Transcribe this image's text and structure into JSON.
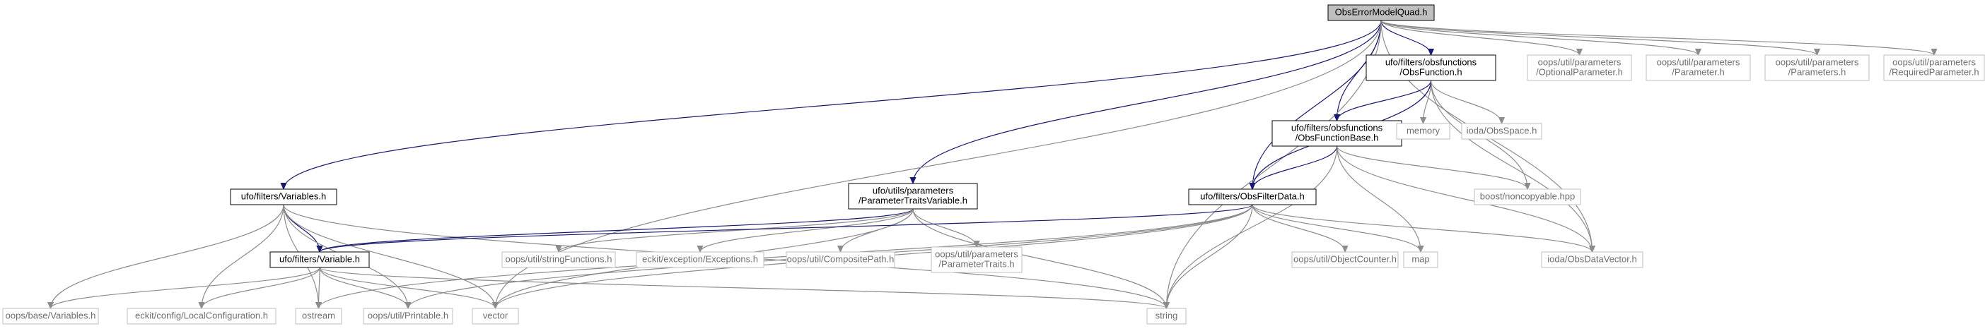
{
  "title": "ObsErrorModelQuad.h",
  "colors": {
    "edge_documented": "#191970",
    "edge_external": "#8c8c8c",
    "root_fill": "#bfbfbf",
    "external_border": "#bfbfbf"
  },
  "nodes": {
    "root": {
      "lines": [
        "ObsErrorModelQuad.h"
      ],
      "kind": "root"
    },
    "obsfunction": {
      "lines": [
        "ufo/filters/obsfunctions",
        "/ObsFunction.h"
      ],
      "kind": "documented"
    },
    "optional_parameter": {
      "lines": [
        "oops/util/parameters",
        "/OptionalParameter.h"
      ],
      "kind": "external"
    },
    "parameter": {
      "lines": [
        "oops/util/parameters",
        "/Parameter.h"
      ],
      "kind": "external"
    },
    "parameters": {
      "lines": [
        "oops/util/parameters",
        "/Parameters.h"
      ],
      "kind": "external"
    },
    "required_parameter": {
      "lines": [
        "oops/util/parameters",
        "/RequiredParameter.h"
      ],
      "kind": "external"
    },
    "obsfunctionbase": {
      "lines": [
        "ufo/filters/obsfunctions",
        "/ObsFunctionBase.h"
      ],
      "kind": "documented"
    },
    "memory": {
      "lines": [
        "memory"
      ],
      "kind": "external"
    },
    "obsspace": {
      "lines": [
        "ioda/ObsSpace.h"
      ],
      "kind": "external"
    },
    "variables": {
      "lines": [
        "ufo/filters/Variables.h"
      ],
      "kind": "documented"
    },
    "param_traits_variable": {
      "lines": [
        "ufo/utils/parameters",
        "/ParameterTraitsVariable.h"
      ],
      "kind": "documented"
    },
    "obsfilterdata": {
      "lines": [
        "ufo/filters/ObsFilterData.h"
      ],
      "kind": "documented"
    },
    "noncopyable": {
      "lines": [
        "boost/noncopyable.hpp"
      ],
      "kind": "external"
    },
    "variable": {
      "lines": [
        "ufo/filters/Variable.h"
      ],
      "kind": "documented"
    },
    "string_functions": {
      "lines": [
        "oops/util/stringFunctions.h"
      ],
      "kind": "external"
    },
    "exceptions": {
      "lines": [
        "eckit/exception/Exceptions.h"
      ],
      "kind": "external"
    },
    "composite_path": {
      "lines": [
        "oops/util/CompositePath.h"
      ],
      "kind": "external"
    },
    "parameter_traits": {
      "lines": [
        "oops/util/parameters",
        "/ParameterTraits.h"
      ],
      "kind": "external"
    },
    "object_counter": {
      "lines": [
        "oops/util/ObjectCounter.h"
      ],
      "kind": "external"
    },
    "map": {
      "lines": [
        "map"
      ],
      "kind": "external"
    },
    "obsdatavector": {
      "lines": [
        "ioda/ObsDataVector.h"
      ],
      "kind": "external"
    },
    "oops_variables": {
      "lines": [
        "oops/base/Variables.h"
      ],
      "kind": "external"
    },
    "local_configuration": {
      "lines": [
        "eckit/config/LocalConfiguration.h"
      ],
      "kind": "external"
    },
    "ostream": {
      "lines": [
        "ostream"
      ],
      "kind": "external"
    },
    "printable": {
      "lines": [
        "oops/util/Printable.h"
      ],
      "kind": "external"
    },
    "vector": {
      "lines": [
        "vector"
      ],
      "kind": "external"
    },
    "string": {
      "lines": [
        "string"
      ],
      "kind": "external"
    }
  },
  "edges": [
    [
      "root",
      "obsfunction"
    ],
    [
      "root",
      "optional_parameter"
    ],
    [
      "root",
      "parameter"
    ],
    [
      "root",
      "parameters"
    ],
    [
      "root",
      "required_parameter"
    ],
    [
      "root",
      "obsfunctionbase"
    ],
    [
      "root",
      "variables"
    ],
    [
      "root",
      "param_traits_variable"
    ],
    [
      "root",
      "obsfilterdata"
    ],
    [
      "root",
      "vector"
    ],
    [
      "root",
      "string"
    ],
    [
      "root",
      "obsdatavector"
    ],
    [
      "obsfunction",
      "obsfunctionbase"
    ],
    [
      "obsfunction",
      "memory"
    ],
    [
      "obsfunction",
      "obsspace"
    ],
    [
      "obsfunction",
      "obsfilterdata"
    ],
    [
      "obsfunction",
      "noncopyable"
    ],
    [
      "obsfunction",
      "obsdatavector"
    ],
    [
      "obsfunctionbase",
      "obsfilterdata"
    ],
    [
      "obsfunctionbase",
      "noncopyable"
    ],
    [
      "obsfunctionbase",
      "map"
    ],
    [
      "obsfunctionbase",
      "obsdatavector"
    ],
    [
      "obsfunctionbase",
      "string"
    ],
    [
      "variables",
      "variable"
    ],
    [
      "variables",
      "oops_variables"
    ],
    [
      "variables",
      "local_configuration"
    ],
    [
      "variables",
      "ostream"
    ],
    [
      "variables",
      "printable"
    ],
    [
      "variables",
      "vector"
    ],
    [
      "variables",
      "string"
    ],
    [
      "param_traits_variable",
      "variable"
    ],
    [
      "param_traits_variable",
      "string_functions"
    ],
    [
      "param_traits_variable",
      "exceptions"
    ],
    [
      "param_traits_variable",
      "composite_path"
    ],
    [
      "param_traits_variable",
      "parameter_traits"
    ],
    [
      "param_traits_variable",
      "string"
    ],
    [
      "param_traits_variable",
      "vector"
    ],
    [
      "obsfilterdata",
      "variable"
    ],
    [
      "obsfilterdata",
      "object_counter"
    ],
    [
      "obsfilterdata",
      "map"
    ],
    [
      "obsfilterdata",
      "obsdatavector"
    ],
    [
      "obsfilterdata",
      "printable"
    ],
    [
      "obsfilterdata",
      "ostream"
    ],
    [
      "obsfilterdata",
      "vector"
    ],
    [
      "obsfilterdata",
      "string"
    ],
    [
      "variable",
      "oops_variables"
    ],
    [
      "variable",
      "local_configuration"
    ],
    [
      "variable",
      "ostream"
    ],
    [
      "variable",
      "printable"
    ],
    [
      "variable",
      "vector"
    ],
    [
      "variable",
      "string"
    ]
  ]
}
